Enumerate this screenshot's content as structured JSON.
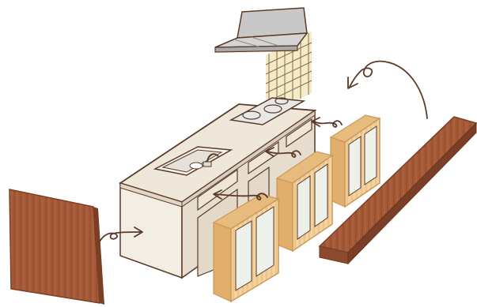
{
  "illustration": {
    "colors": {
      "background": "#ffffff",
      "outline": "#5a3a28",
      "counter_top": "#efe7da",
      "cabinet_body": "#f3ede3",
      "cabinet_shadow": "#d9cfc1",
      "hood_light": "#d4d4d4",
      "hood_dark": "#a9a9a9",
      "tile_glow": "#f4ecc6",
      "tile_line": "#8a6a52",
      "stove_top": "#e8e8e8",
      "wood_dark": "#a55a38",
      "wood_dark_edge": "#7b3f25",
      "wood_light": "#f2cf98",
      "wood_light_edge": "#c99a5d",
      "glass": "#eef1ea",
      "arrow": "#5a3a28"
    },
    "icons": [
      "range-hood-icon",
      "tile-backsplash-icon",
      "sink-faucet-icon",
      "stovetop-icon",
      "swap-arrow-icon"
    ],
    "parts": [
      "range-hood",
      "tile-backsplash",
      "kitchen-counter",
      "side-panel",
      "countertop-board",
      "upper-cabinet",
      "middle-cabinet",
      "lower-cabinet"
    ]
  }
}
